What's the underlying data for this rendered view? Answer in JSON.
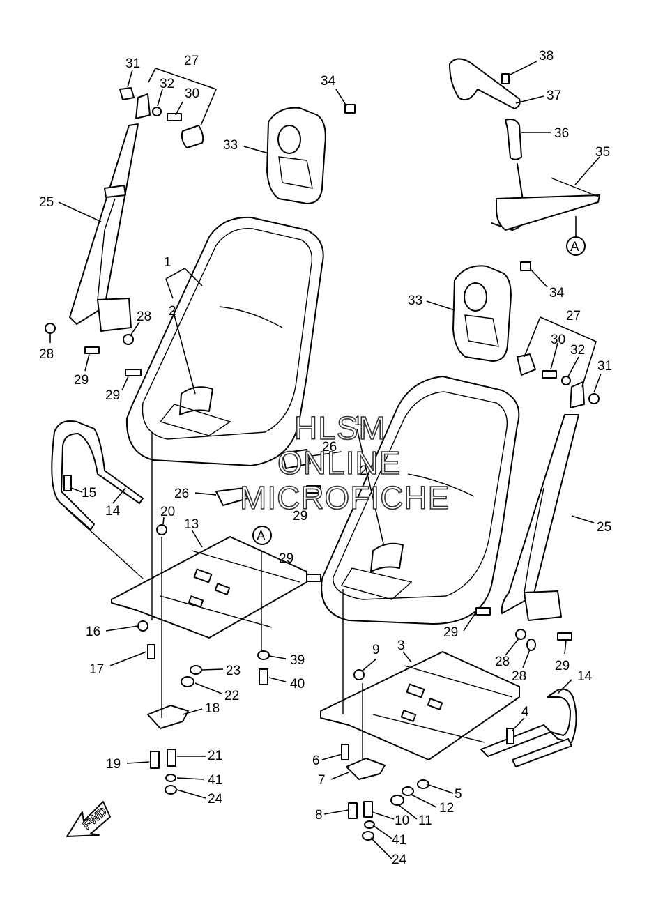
{
  "watermark": {
    "line1": "HLSM",
    "line2": "ONLINE",
    "line3": "MICROFICHE"
  },
  "direction_label": "FWD",
  "reference_marker": "A",
  "callouts": [
    {
      "id": "c31a",
      "text": "31"
    },
    {
      "id": "c27a",
      "text": "27"
    },
    {
      "id": "c32a",
      "text": "32"
    },
    {
      "id": "c30a",
      "text": "30"
    },
    {
      "id": "c25a",
      "text": "25"
    },
    {
      "id": "c28a",
      "text": "28"
    },
    {
      "id": "c28b",
      "text": "28"
    },
    {
      "id": "c29a",
      "text": "29"
    },
    {
      "id": "c29b",
      "text": "29"
    },
    {
      "id": "c1a",
      "text": "1"
    },
    {
      "id": "c2a",
      "text": "2"
    },
    {
      "id": "c34a",
      "text": "34"
    },
    {
      "id": "c33a",
      "text": "33"
    },
    {
      "id": "c38",
      "text": "38"
    },
    {
      "id": "c37",
      "text": "37"
    },
    {
      "id": "c36",
      "text": "36"
    },
    {
      "id": "c35",
      "text": "35"
    },
    {
      "id": "c34b",
      "text": "34"
    },
    {
      "id": "c33b",
      "text": "33"
    },
    {
      "id": "c27b",
      "text": "27"
    },
    {
      "id": "c30b",
      "text": "30"
    },
    {
      "id": "c32b",
      "text": "32"
    },
    {
      "id": "c31b",
      "text": "31"
    },
    {
      "id": "c1b",
      "text": "1"
    },
    {
      "id": "c2b",
      "text": "2"
    },
    {
      "id": "c26a",
      "text": "26"
    },
    {
      "id": "c26b",
      "text": "26"
    },
    {
      "id": "c29c",
      "text": "29"
    },
    {
      "id": "c29d",
      "text": "29"
    },
    {
      "id": "c15",
      "text": "15"
    },
    {
      "id": "c14a",
      "text": "14"
    },
    {
      "id": "c20",
      "text": "20"
    },
    {
      "id": "c13",
      "text": "13"
    },
    {
      "id": "c16",
      "text": "16"
    },
    {
      "id": "c17",
      "text": "17"
    },
    {
      "id": "c39",
      "text": "39"
    },
    {
      "id": "c23",
      "text": "23"
    },
    {
      "id": "c40",
      "text": "40"
    },
    {
      "id": "c22",
      "text": "22"
    },
    {
      "id": "c18",
      "text": "18"
    },
    {
      "id": "c19",
      "text": "19"
    },
    {
      "id": "c21",
      "text": "21"
    },
    {
      "id": "c41a",
      "text": "41"
    },
    {
      "id": "c24a",
      "text": "24"
    },
    {
      "id": "c25b",
      "text": "25"
    },
    {
      "id": "c29e",
      "text": "29"
    },
    {
      "id": "c28c",
      "text": "28"
    },
    {
      "id": "c28d",
      "text": "28"
    },
    {
      "id": "c29f",
      "text": "29"
    },
    {
      "id": "c9",
      "text": "9"
    },
    {
      "id": "c3",
      "text": "3"
    },
    {
      "id": "c14b",
      "text": "14"
    },
    {
      "id": "c4",
      "text": "4"
    },
    {
      "id": "c6",
      "text": "6"
    },
    {
      "id": "c7",
      "text": "7"
    },
    {
      "id": "c5",
      "text": "5"
    },
    {
      "id": "c12",
      "text": "12"
    },
    {
      "id": "c8",
      "text": "8"
    },
    {
      "id": "c10",
      "text": "10"
    },
    {
      "id": "c11",
      "text": "11"
    },
    {
      "id": "c41b",
      "text": "41"
    },
    {
      "id": "c24b",
      "text": "24"
    }
  ]
}
